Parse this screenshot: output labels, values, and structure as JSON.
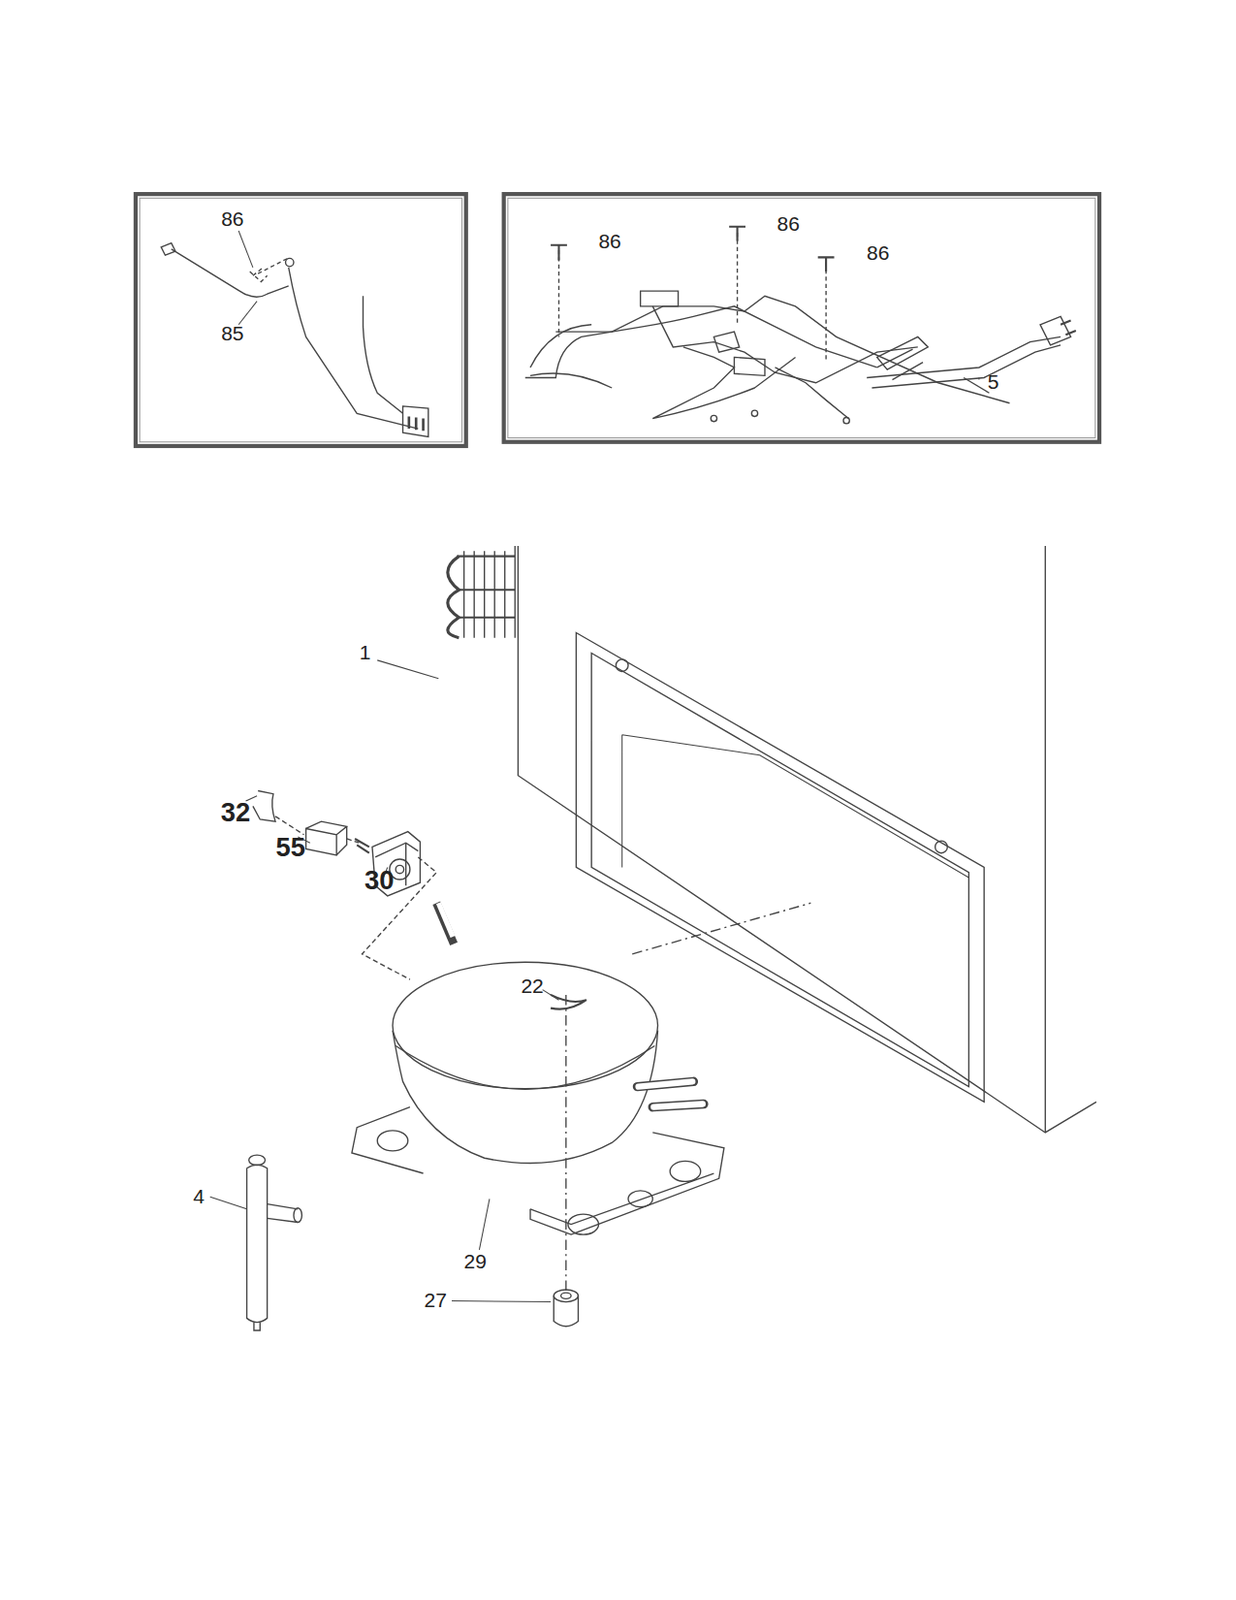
{
  "diagram": {
    "labels": [
      "86",
      "85",
      "86",
      "86",
      "86",
      "5",
      "1",
      "32",
      "55",
      "30",
      "22",
      "4",
      "29",
      "27"
    ]
  }
}
